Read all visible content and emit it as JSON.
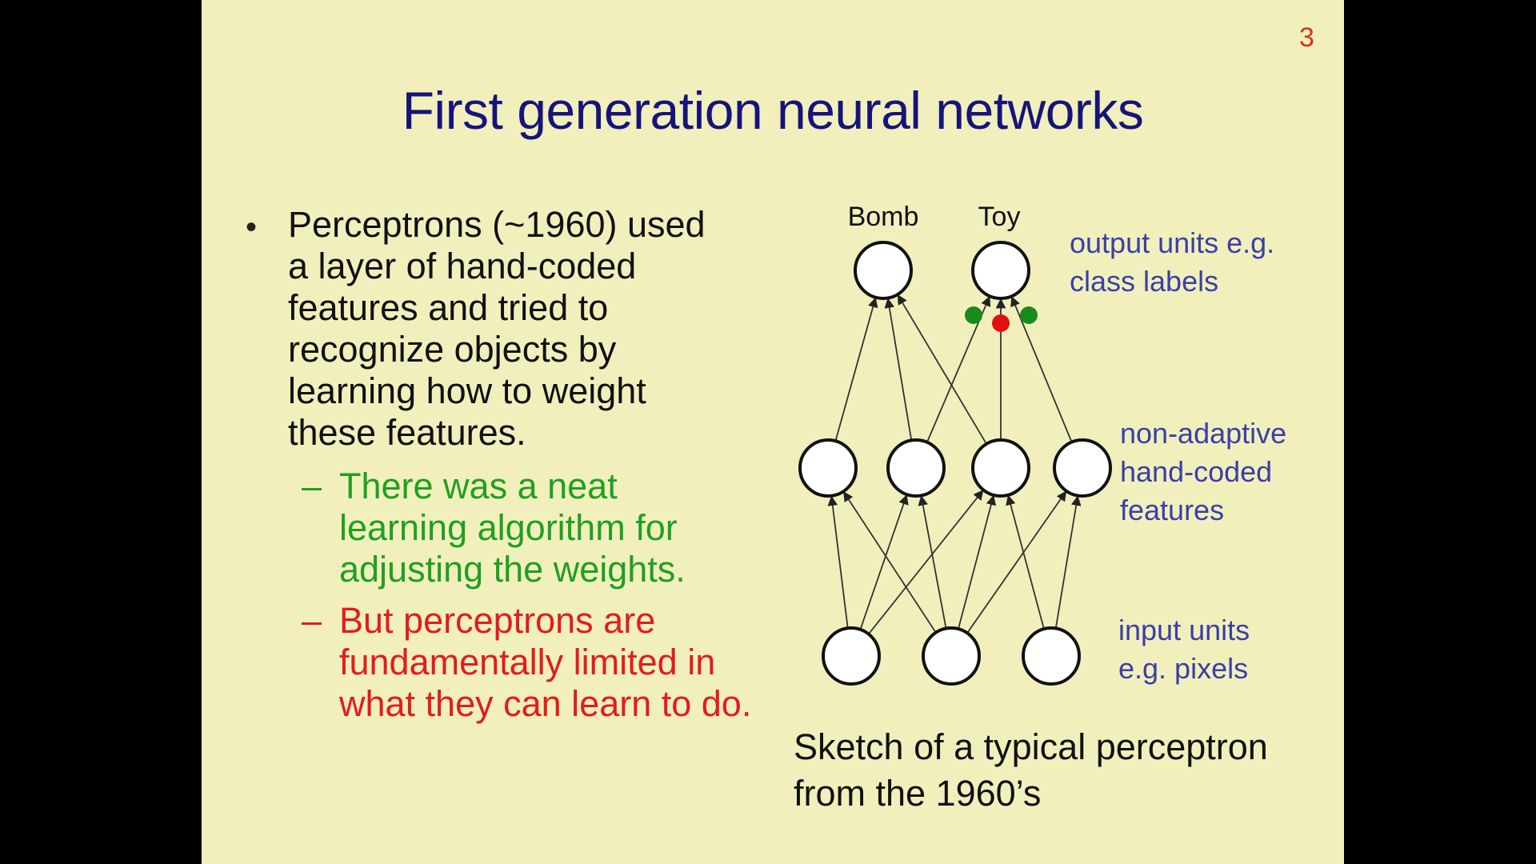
{
  "slide": {
    "page_number": "3",
    "title": "First generation neural networks",
    "bullet": "Perceptrons (~1960) used a layer of hand-coded features and tried to recognize objects by learning how to weight these features.",
    "sub_dash": "–",
    "sub_bullets": [
      {
        "text": "There was a neat learning algorithm for adjusting the weights.",
        "color": "#1fa01f"
      },
      {
        "text": "But perceptrons are fundamentally limited in what they can learn to do.",
        "color": "#e21c1c"
      }
    ],
    "caption": "Sketch of a typical perceptron from the 1960’s"
  },
  "diagram": {
    "output_labels": [
      "Bomb",
      "Toy"
    ],
    "side_labels": {
      "output": "output units e.g. class labels",
      "features": "non-adaptive hand-coded features",
      "input": "input units e.g. pixels"
    },
    "weight_colors": [
      "#1a8a1a",
      "#e01010",
      "#1a8a1a"
    ]
  }
}
